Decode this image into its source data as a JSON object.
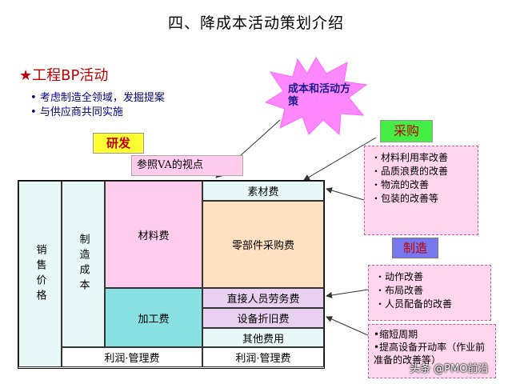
{
  "title": "四、降成本活动策划介绍",
  "bp_heading": "★工程BP活动",
  "bullets": [
    "考虑制造全领域，发掘提案",
    "与供应商共同实施"
  ],
  "burst_text": "成本和活动方策",
  "tags": {
    "yanfa": "研发",
    "va": "参照VA的视点",
    "caigou": "采购",
    "zhizao": "制造"
  },
  "caigou_items": [
    "材料利用率改善",
    "品质浪费的改善",
    "物流的改善",
    "包装的改善等"
  ],
  "zhizao_items": [
    "动作改善",
    "布局改善",
    "人员配备的改善"
  ],
  "cycle_items": [
    "缩短周期",
    "提高设备开动率（作业前准备的改善等）"
  ],
  "grid": {
    "sales_price": "销售价格",
    "mfg_cost": "制造成本",
    "material_cost": "材料费",
    "processing_cost": "加工费",
    "profit_left": "利润·管理费",
    "raw_material": "素材费",
    "parts_purchase": "零部件采购费",
    "direct_labor": "直接人员劳务费",
    "depreciation": "设备折旧费",
    "other_cost": "其他费用",
    "profit_right": "利润·管理费"
  },
  "watermark": "头条 @PMO前沿",
  "colors": {
    "pink": "#ffccee",
    "teal": "#88e0e0",
    "peach": "#ffe0c0",
    "lavender": "#e8d0f0",
    "yellow": "#ffff33",
    "green": "#44ee44",
    "blue": "#7777ee"
  }
}
